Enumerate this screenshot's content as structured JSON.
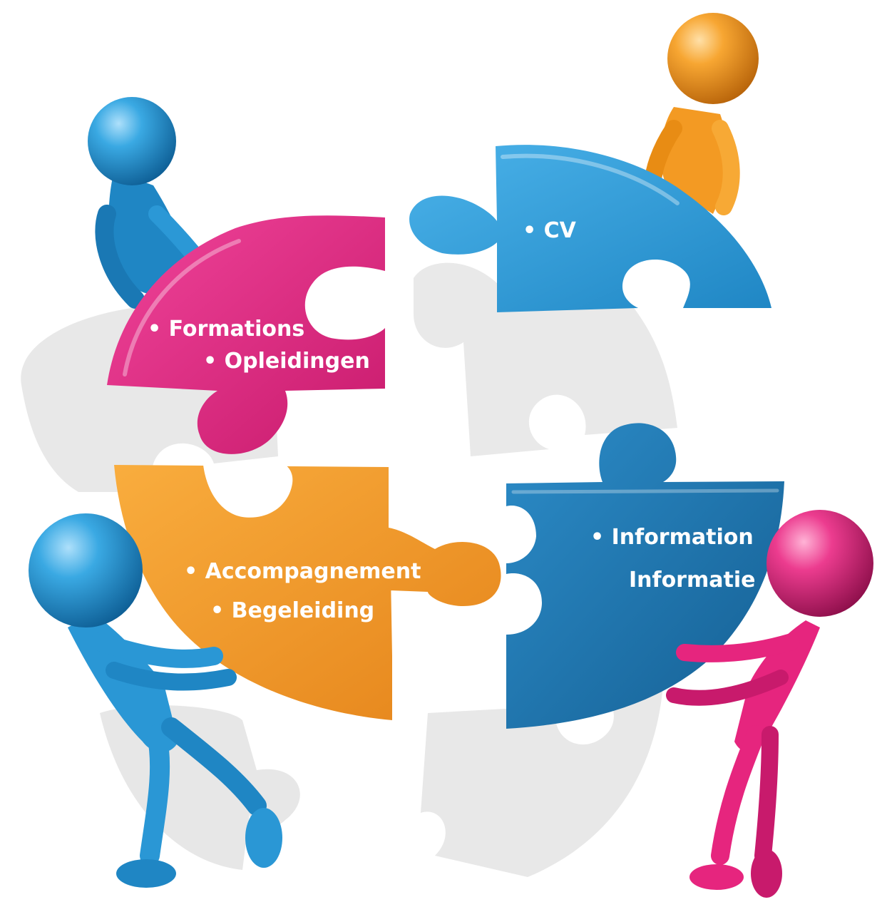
{
  "colors": {
    "magenta": "#e6257e",
    "blue_light": "#2c9cd8",
    "blue_dark": "#1f76b0",
    "orange": "#f39a23",
    "shadow_grey": "#e3e3e3"
  },
  "pieces": {
    "formations_opleidingen": {
      "color_key": "magenta",
      "lines": [
        "• Formations",
        "• Opleidingen"
      ]
    },
    "cv": {
      "color_key": "blue_light",
      "lines": [
        "• CV"
      ]
    },
    "accompagnement_begeleiding": {
      "color_key": "orange",
      "lines": [
        "• Accompagnement",
        "• Begeleiding"
      ]
    },
    "information_informatie": {
      "color_key": "blue_dark",
      "lines": [
        "• Information",
        "Informatie"
      ]
    }
  },
  "figures": [
    {
      "name": "figure-blue-top-left",
      "color_key": "blue_light"
    },
    {
      "name": "figure-orange-top-right",
      "color_key": "orange"
    },
    {
      "name": "figure-blue-bottom-left",
      "color_key": "blue_light"
    },
    {
      "name": "figure-magenta-bottom-right",
      "color_key": "magenta"
    }
  ]
}
